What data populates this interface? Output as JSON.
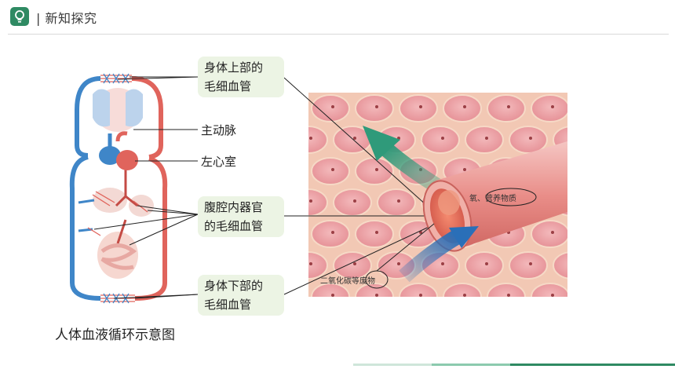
{
  "header": {
    "title": "| 新知探究"
  },
  "labels": {
    "upper_capillaries": [
      "身体上部的",
      "毛细血管"
    ],
    "aorta": "主动脉",
    "left_ventricle": "左心室",
    "abdominal_capillaries": [
      "腹腔内器官",
      "的毛细血管"
    ],
    "lower_capillaries": [
      "身体下部的",
      "毛细血管"
    ]
  },
  "tissue_labels": {
    "oxygen_nutrients_prefix": "氧、",
    "oxygen_nutrients_circled": "营养物质",
    "co2_waste_prefix": "二氧化碳等",
    "co2_waste_circled": "废物"
  },
  "caption": "人体血液循环示意图",
  "colors": {
    "accent_green": "#2f8a63",
    "label_bg": "#ecf4e4",
    "artery_red": "#e0645c",
    "vein_blue": "#3f86c8",
    "arrow_green": "#2f9a7a",
    "arrow_blue": "#2a6fb8"
  },
  "icons": {
    "logo": "lightbulb-icon"
  }
}
